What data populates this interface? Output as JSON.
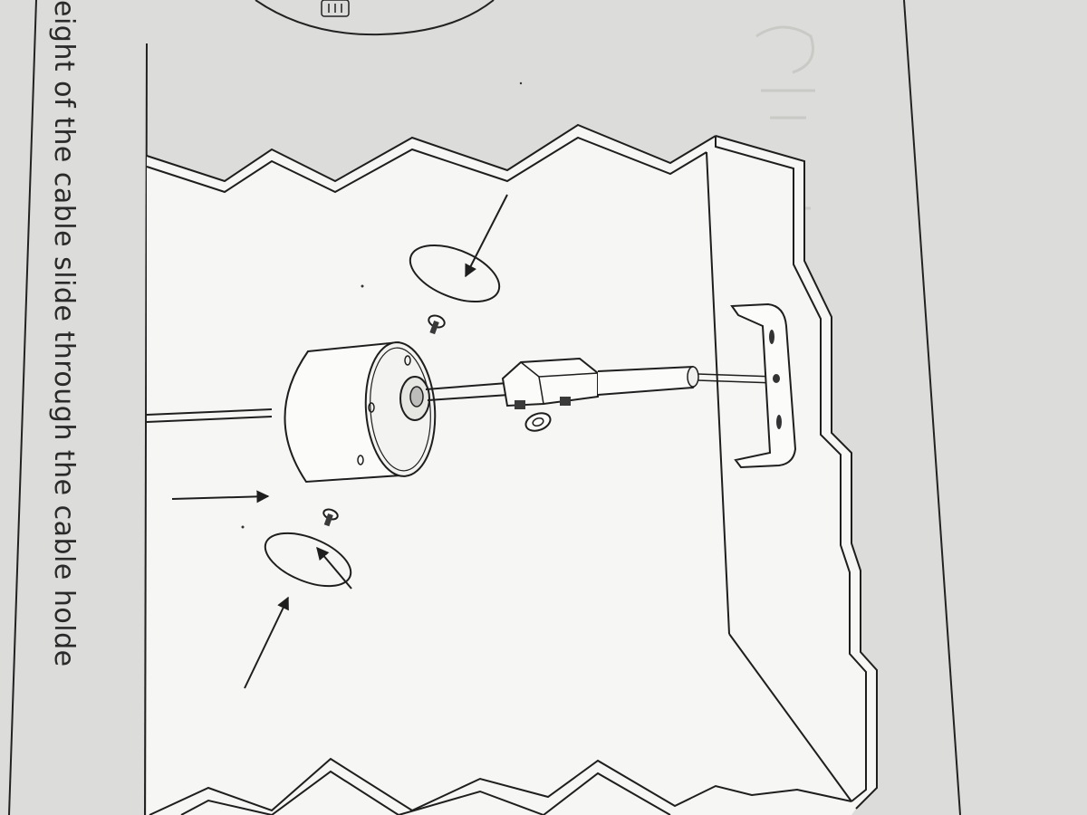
{
  "instruction": {
    "text": "eight of the cable slide through the cable holde"
  },
  "colors": {
    "paper": "#dcdcda",
    "line": "#1e1e1e",
    "bleed_through": "#c9c9c6"
  },
  "diagram": {
    "parts": [
      "ceiling-rose-canopy",
      "mounting-bracket",
      "terminal-block",
      "screws",
      "cable",
      "ceiling"
    ],
    "icons": [
      "arrow-icon",
      "rotation-indicator-icon",
      "screw-icon"
    ]
  }
}
